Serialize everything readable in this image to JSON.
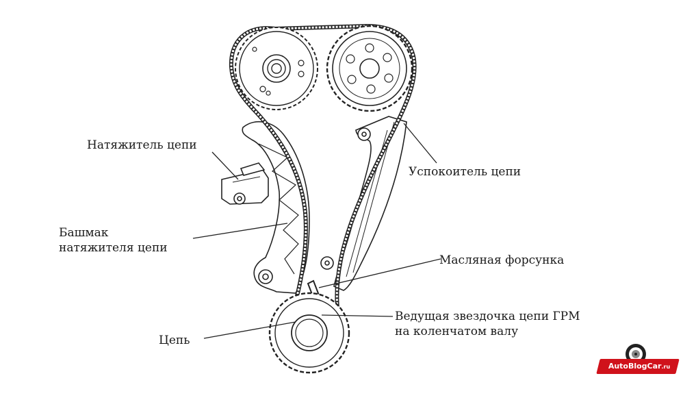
{
  "labels": {
    "tensioner": "Натяжитель цепи",
    "guide": "Успокоитель цепи",
    "shoe_line1": "Башмак",
    "shoe_line2": "натяжителя цепи",
    "oil_nozzle": "Масляная форсунка",
    "sprocket_line1": "Ведущая звездочка цепи ГРМ",
    "sprocket_line2": "на коленчатом валу",
    "chain": "Цепь"
  },
  "watermark": {
    "brand": "AutoBlogCar",
    "tld": ".ru",
    "brand_color": "#d0121b"
  }
}
